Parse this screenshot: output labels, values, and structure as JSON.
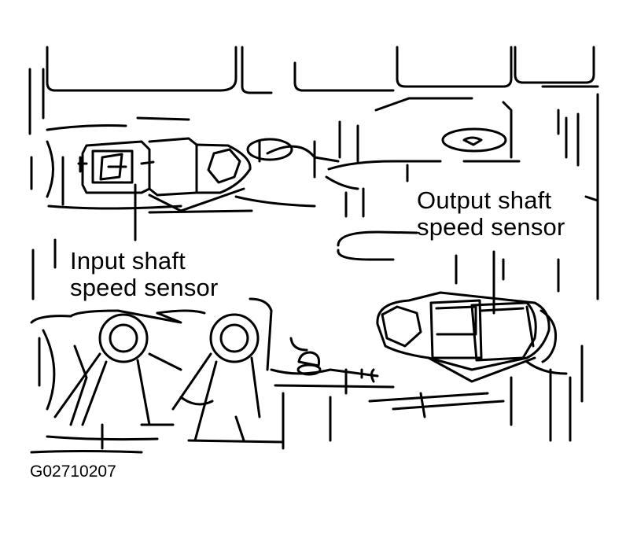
{
  "callouts": {
    "input_sensor": {
      "line1": "Input shaft",
      "line2": "speed sensor"
    },
    "output_sensor": {
      "line1": "Output shaft",
      "line2": "speed sensor"
    }
  },
  "figure_id": "G02710207",
  "colors": {
    "ink": "#000000",
    "paper": "#ffffff"
  }
}
